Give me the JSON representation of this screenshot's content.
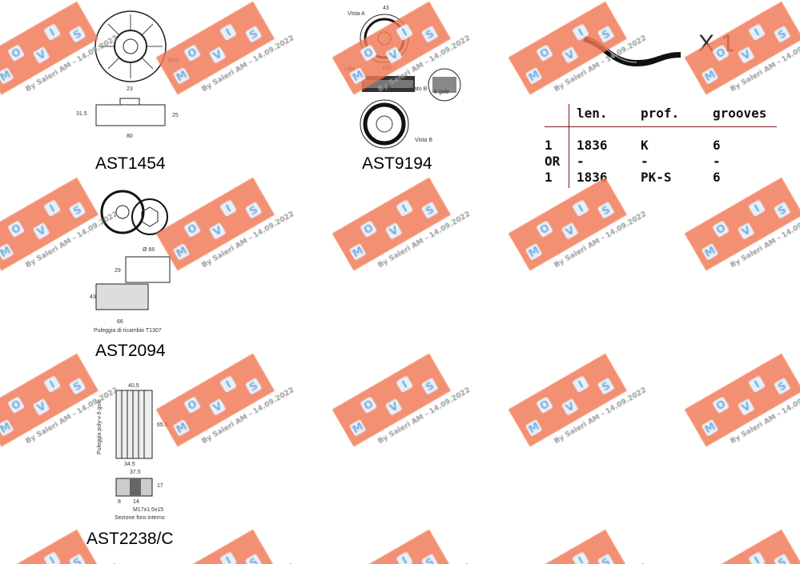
{
  "parts": [
    {
      "code": "AST1454",
      "dims": [
        "23",
        "31.5",
        "25",
        "80",
        "Ø70"
      ]
    },
    {
      "code": "AST9194",
      "dims": [
        "Vista A",
        "43",
        "Lato A",
        "150",
        "165",
        "Lato B",
        "6 gole",
        "Vista B"
      ]
    },
    {
      "code": "AST2094",
      "dims": [
        "Ø 66",
        "29",
        "43",
        "66",
        "Puleggia di ricambio T1307"
      ]
    },
    {
      "code": "AST2238/C",
      "dims": [
        "40.5",
        "65.5",
        "34.5",
        "37.5",
        "17",
        "8",
        "14",
        "M17x1.5x15",
        "Sezione foro interno",
        "Puleggia poly-v 6 gole"
      ]
    }
  ],
  "belt": {
    "quantity": "X 1"
  },
  "belt_table": {
    "headers": [
      "",
      "len.",
      "prof.",
      "grooves"
    ],
    "rows": [
      [
        "1",
        "1836",
        "K",
        "6"
      ],
      [
        "OR",
        "-",
        "-",
        "-"
      ],
      [
        "1",
        "1836",
        "PK-S",
        "6"
      ]
    ]
  },
  "watermark": {
    "letters": [
      "M",
      "O",
      "V",
      "I",
      "S"
    ],
    "text": "By Saleri AM - 14.09.2022",
    "color": "#f07855"
  }
}
